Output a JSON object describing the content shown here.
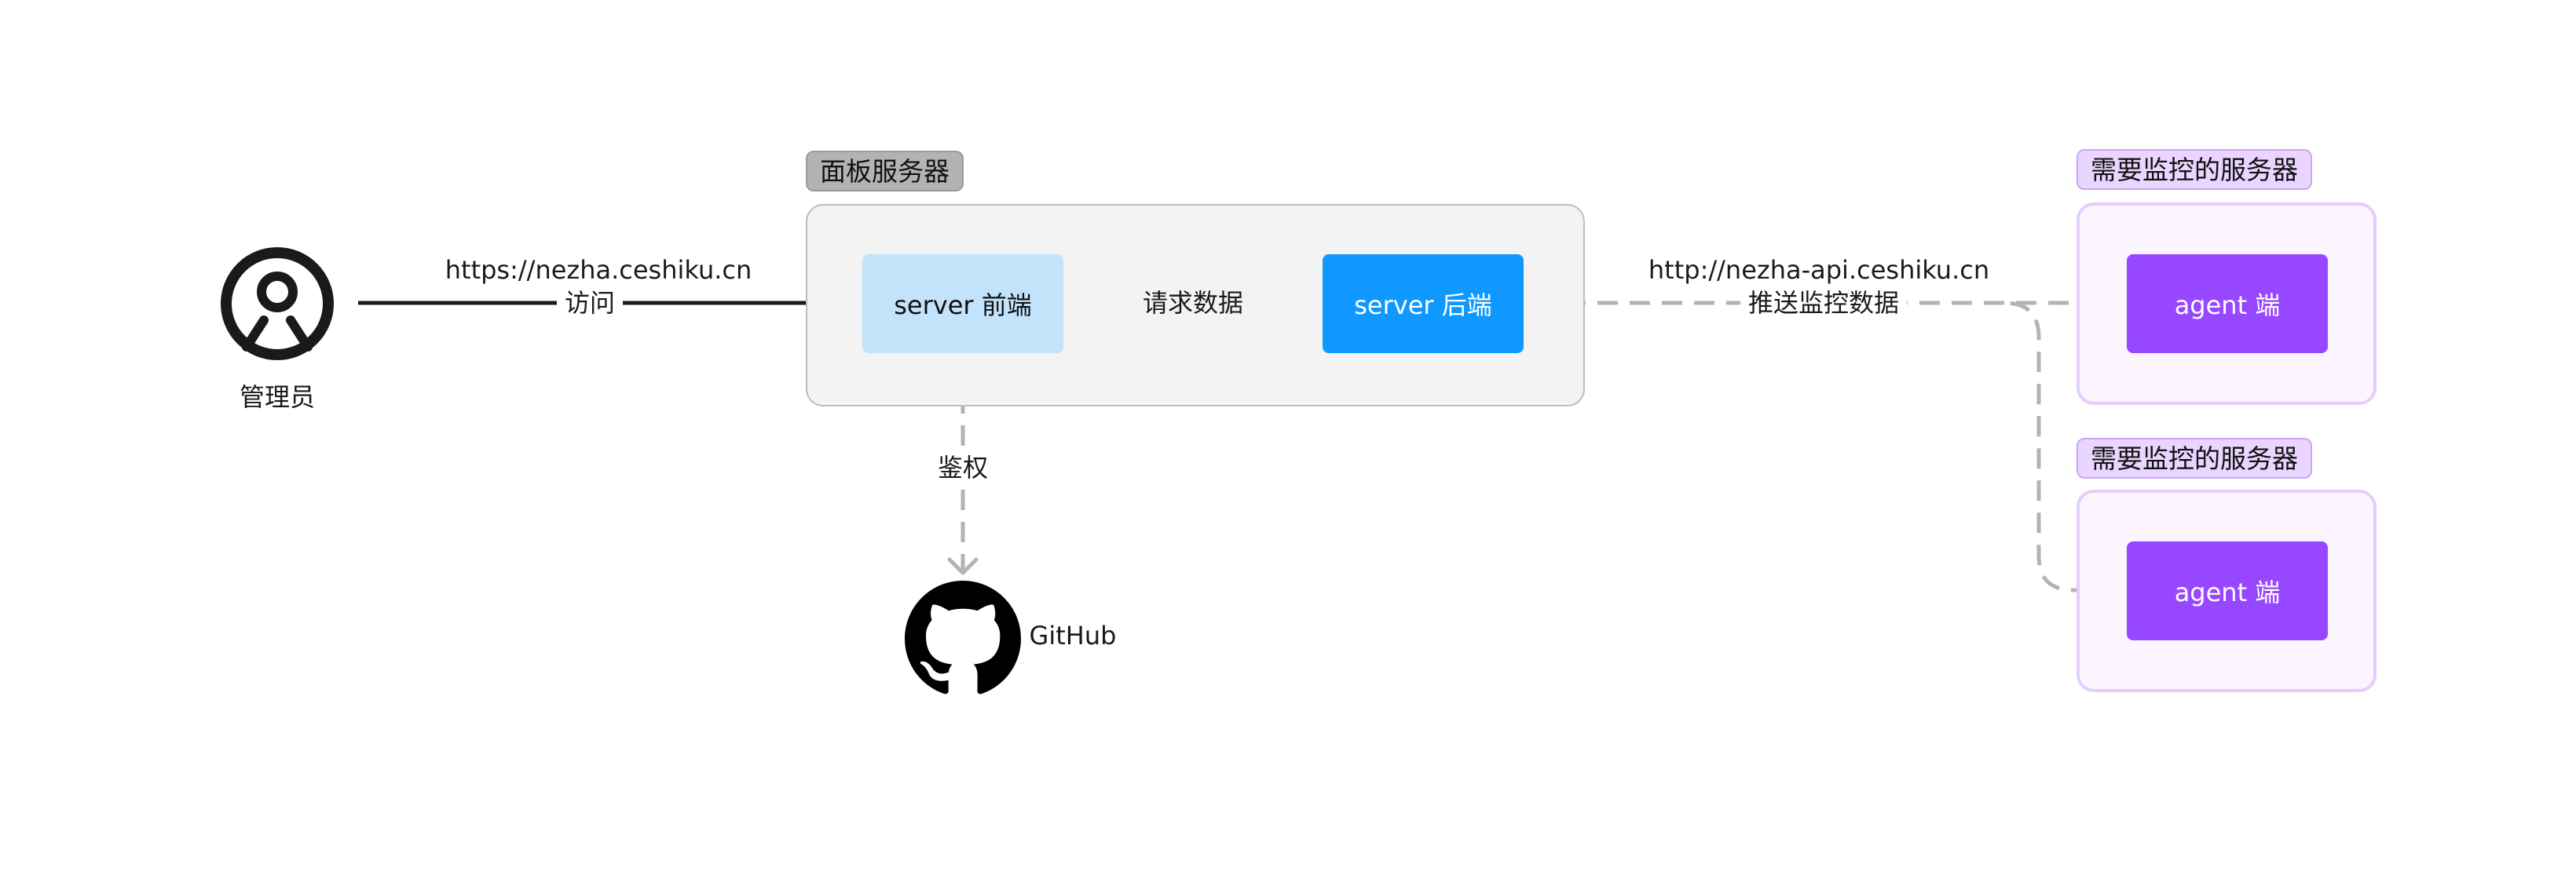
{
  "admin": {
    "label": "管理员"
  },
  "github": {
    "label": "GitHub"
  },
  "panel": {
    "tag": "面板服务器"
  },
  "nodes": {
    "frontend": "server 前端",
    "backend": "server 后端",
    "agent_1": "agent 端",
    "agent_2": "agent 端"
  },
  "agent_frames": {
    "tag_1": "需要监控的服务器",
    "tag_2": "需要监控的服务器"
  },
  "edges": {
    "access_url": "https://nezha.ceshiku.cn",
    "access_label": "访问",
    "request_label": "请求数据",
    "auth_label": "鉴权",
    "push_url": "http://nezha-api.ceshiku.cn",
    "push_label": "推送监控数据"
  },
  "colors": {
    "panel_tag": "#b3b3b3",
    "frontend": "#c3e3fb",
    "backend": "#0f98ff",
    "agent": "#9747ff",
    "agent_frame": "#faf5ff",
    "agent_tag": "#e9d5ff",
    "connector_solid": "#1a1a1a",
    "connector_dashed": "#b3b3b3"
  },
  "icons": {
    "admin": "user-circle-icon",
    "github": "github-octocat-icon"
  }
}
